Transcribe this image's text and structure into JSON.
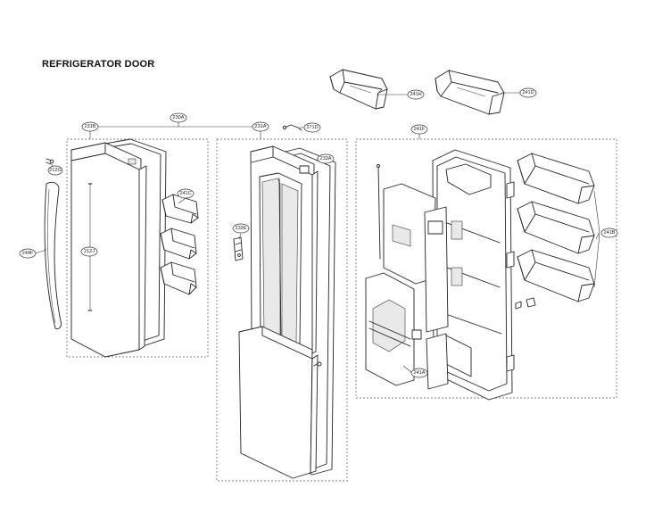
{
  "title": "REFRIGERATOR DOOR",
  "parts": {
    "p241H": "241H",
    "p241D": "241D",
    "p230A": "230A",
    "p231B": "231B",
    "p231A": "231A",
    "p271D": "271D",
    "p241F": "241F",
    "p212G": "212G",
    "p241C": "241C",
    "p233A": "233A",
    "p232E": "232E",
    "p244F": "244F",
    "p212J": "212J",
    "p241B": "241B",
    "p241A": "241A"
  }
}
